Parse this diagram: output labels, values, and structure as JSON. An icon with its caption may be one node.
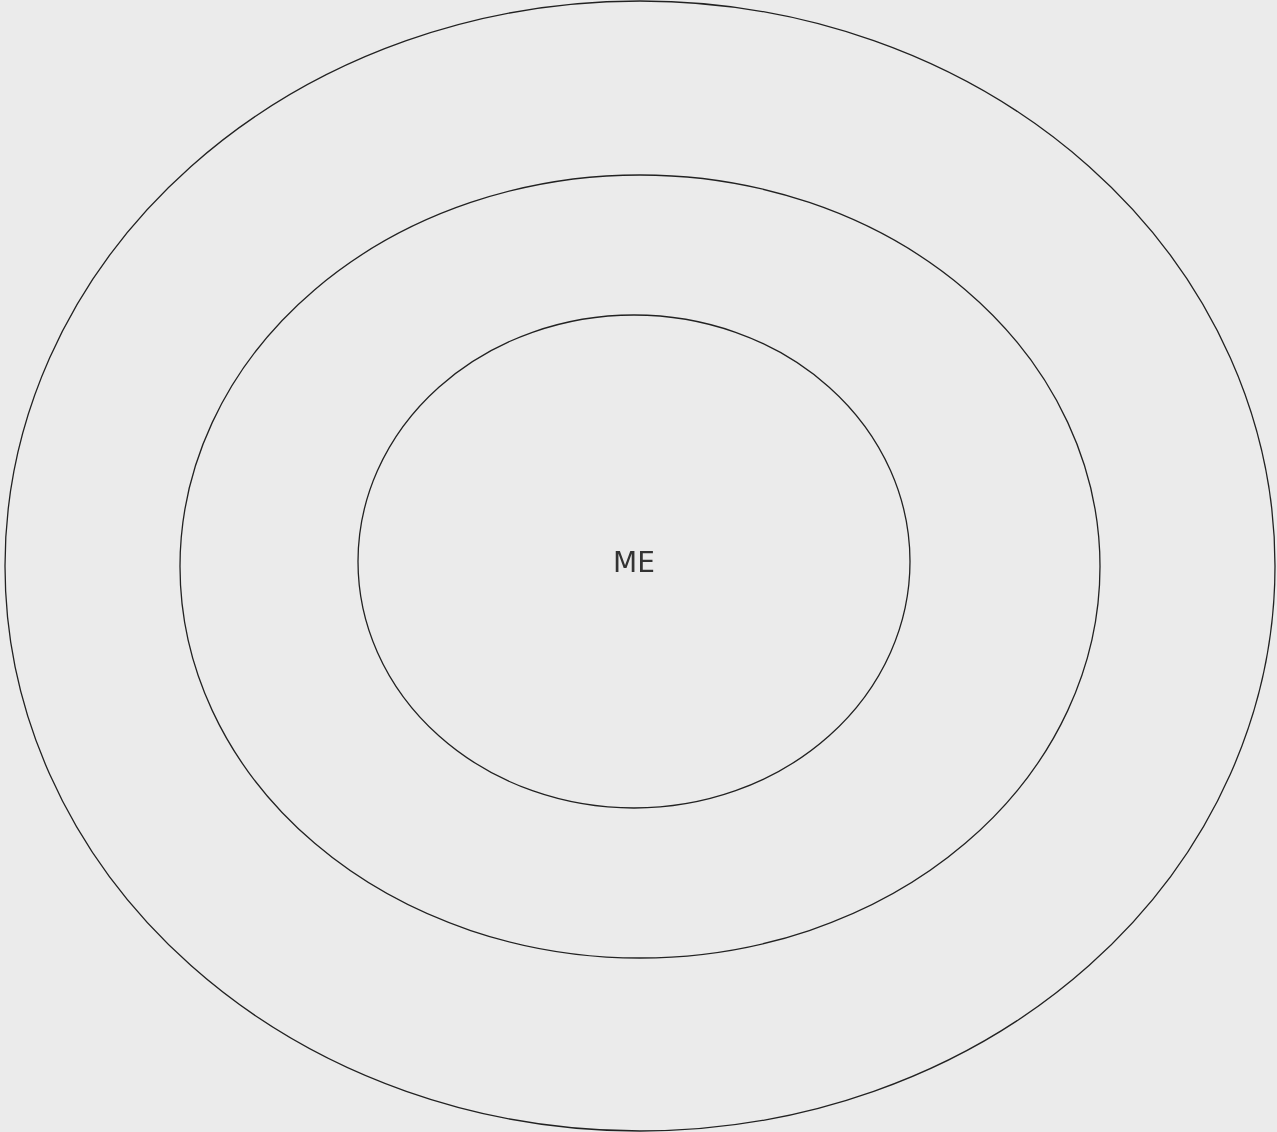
{
  "diagram": {
    "nodes": [
      {
        "text": [],
        "shape": "ellipse"
      },
      {
        "text": [],
        "shape": "ellipse",
        "in": 0
      },
      {
        "text": [
          "ME"
        ],
        "in": 1
      }
    ]
  }
}
